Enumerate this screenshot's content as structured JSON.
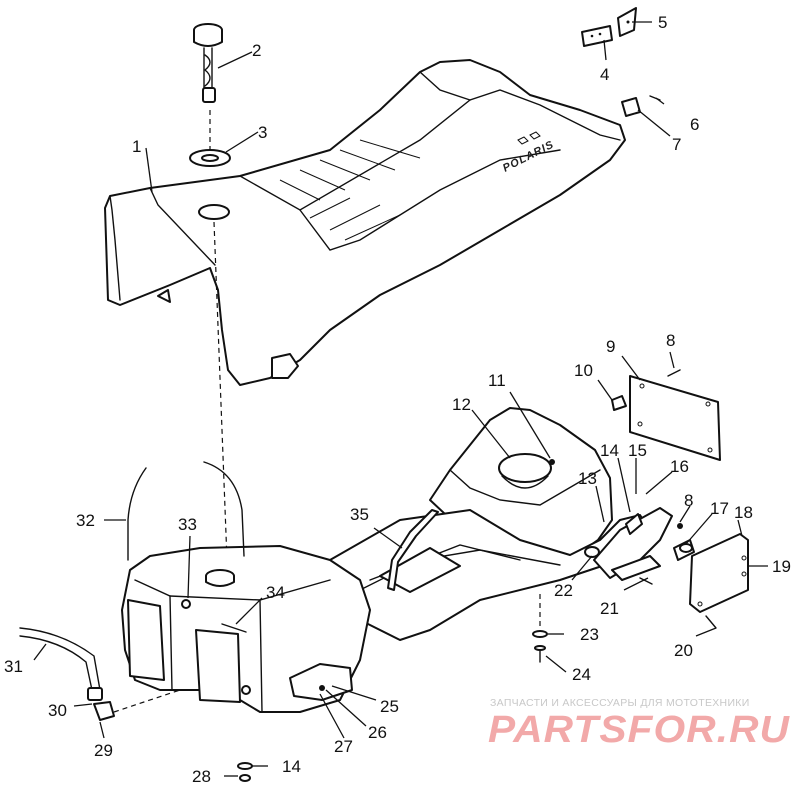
{
  "diagram": {
    "callouts": [
      {
        "id": "c1",
        "label": "1"
      },
      {
        "id": "c2",
        "label": "2"
      },
      {
        "id": "c3",
        "label": "3"
      },
      {
        "id": "c4",
        "label": "4"
      },
      {
        "id": "c5",
        "label": "5"
      },
      {
        "id": "c6",
        "label": "6"
      },
      {
        "id": "c7",
        "label": "7"
      },
      {
        "id": "c8a",
        "label": "8"
      },
      {
        "id": "c8b",
        "label": "8"
      },
      {
        "id": "c9",
        "label": "9"
      },
      {
        "id": "c10",
        "label": "10"
      },
      {
        "id": "c11",
        "label": "11"
      },
      {
        "id": "c12",
        "label": "12"
      },
      {
        "id": "c13",
        "label": "13"
      },
      {
        "id": "c14a",
        "label": "14"
      },
      {
        "id": "c14b",
        "label": "14"
      },
      {
        "id": "c15",
        "label": "15"
      },
      {
        "id": "c16",
        "label": "16"
      },
      {
        "id": "c17",
        "label": "17"
      },
      {
        "id": "c18",
        "label": "18"
      },
      {
        "id": "c19",
        "label": "19"
      },
      {
        "id": "c20",
        "label": "20"
      },
      {
        "id": "c21",
        "label": "21"
      },
      {
        "id": "c22",
        "label": "22"
      },
      {
        "id": "c23",
        "label": "23"
      },
      {
        "id": "c24",
        "label": "24"
      },
      {
        "id": "c25",
        "label": "25"
      },
      {
        "id": "c26",
        "label": "26"
      },
      {
        "id": "c27",
        "label": "27"
      },
      {
        "id": "c28",
        "label": "28"
      },
      {
        "id": "c29",
        "label": "29"
      },
      {
        "id": "c30",
        "label": "30"
      },
      {
        "id": "c31",
        "label": "31"
      },
      {
        "id": "c32",
        "label": "32"
      },
      {
        "id": "c33",
        "label": "33"
      },
      {
        "id": "c34",
        "label": "34"
      },
      {
        "id": "c35",
        "label": "35"
      }
    ],
    "seat_brand": "POLARIS"
  },
  "watermark": {
    "tagline": "ЗАПЧАСТИ И АКСЕССУАРЫ ДЛЯ МОТОТЕХНИКИ",
    "site": "PARTSFOR.RU"
  }
}
